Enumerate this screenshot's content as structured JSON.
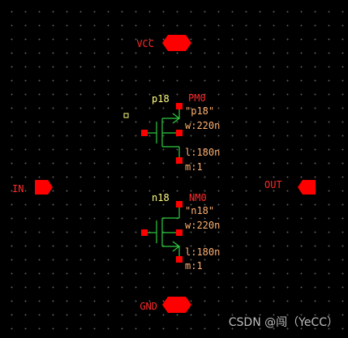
{
  "pins": {
    "vcc": "VCC",
    "gnd": "GND",
    "in": "IN",
    "out": "OUT"
  },
  "pmos": {
    "model": "p18",
    "name": "PM0",
    "model_quoted": "\"p18\"",
    "width": "w:220n",
    "length": "l:180n",
    "mult": "m:1"
  },
  "nmos": {
    "model": "n18",
    "name": "NM0",
    "model_quoted": "\"n18\"",
    "width": "w:220n",
    "length": "l:180n",
    "mult": "m:1"
  },
  "watermark": "CSDN @闯（YeCC）",
  "colors": {
    "pin": "#ff0000",
    "device": "#2ecc40",
    "grid": "#5a5a5a",
    "name_text": "#ff2a2a",
    "param_text": "#ffb070",
    "model_text": "#ffff80"
  }
}
